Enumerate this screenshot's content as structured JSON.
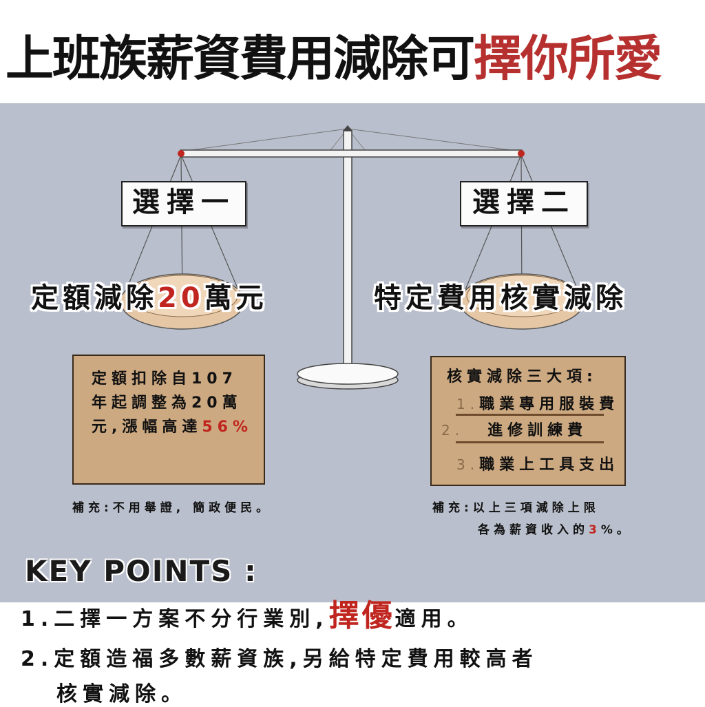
{
  "title": {
    "main": "上班族薪資費用減除可",
    "accent": "擇你所愛"
  },
  "left": {
    "banner": "選擇一",
    "label_pre": "定額減除",
    "label_num": "20",
    "label_post": "萬元",
    "note_lines": [
      "定額扣除自107",
      "年起調整為20萬"
    ],
    "note_line3_pre": "元,漲幅高達",
    "note_line3_pct": "56%",
    "supplement": "補充:不用舉證, 簡政便民。"
  },
  "right": {
    "banner": "選擇二",
    "label": "特定費用核實減除",
    "note_heading": "核實減除三大項:",
    "items": [
      {
        "num": "1.",
        "text": "職業專用服裝費"
      },
      {
        "num": "2.",
        "text": "進修訓練費"
      },
      {
        "num": "3.",
        "text": "職業上工具支出"
      }
    ],
    "supplement_line1": "補充:以上三項減除上限",
    "supplement_line2_pre": "各為薪資收入的",
    "supplement_line2_num": "3",
    "supplement_line2_post": "%。"
  },
  "key_points": {
    "heading": "KEY POINTS :",
    "p1_pre": "1.二擇一方案不分行業別,",
    "p1_strong": "擇優",
    "p1_post": "適用。",
    "p2_line1": "2.定額造福多數薪資族,另給特定費用較高者",
    "p2_line2": "核實減除。"
  },
  "colors": {
    "accent": "#b5302e",
    "panel": "#b9bfcc",
    "note": "#cda981"
  }
}
